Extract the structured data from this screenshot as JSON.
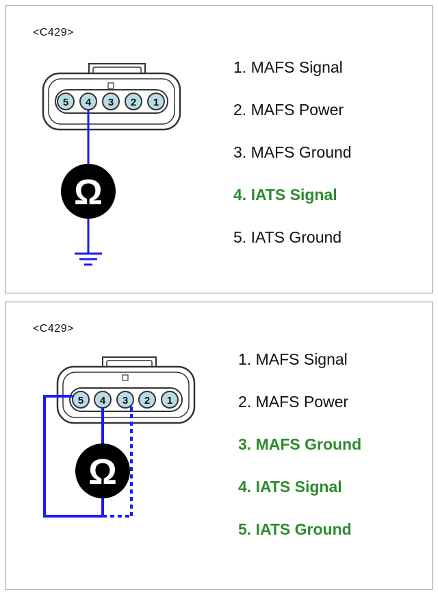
{
  "colors": {
    "wire": "#1a1aff",
    "highlight_text": "#2e8b2e",
    "pin_fill": "#b9dde6",
    "connector_outline": "#333333",
    "meter_fill": "#000000"
  },
  "icons": {
    "meter": "ohm-symbol",
    "ground": "ground-symbol"
  },
  "panels": [
    {
      "connector_id": "<C429>",
      "pins": [
        "5",
        "4",
        "3",
        "2",
        "1"
      ],
      "meter_symbol": "Ω",
      "legend": [
        {
          "text": "1. MAFS Signal",
          "highlighted": false
        },
        {
          "text": "2. MAFS Power",
          "highlighted": false
        },
        {
          "text": "3. MAFS Ground",
          "highlighted": false
        },
        {
          "text": "4. IATS Signal",
          "highlighted": true
        },
        {
          "text": "5. IATS Ground",
          "highlighted": false
        }
      ]
    },
    {
      "connector_id": "<C429>",
      "pins": [
        "5",
        "4",
        "3",
        "2",
        "1"
      ],
      "meter_symbol": "Ω",
      "legend": [
        {
          "text": "1. MAFS Signal",
          "highlighted": false
        },
        {
          "text": "2. MAFS Power",
          "highlighted": false
        },
        {
          "text": "3. MAFS Ground",
          "highlighted": true
        },
        {
          "text": "4. IATS Signal",
          "highlighted": true
        },
        {
          "text": "5. IATS Ground",
          "highlighted": true
        }
      ]
    }
  ]
}
